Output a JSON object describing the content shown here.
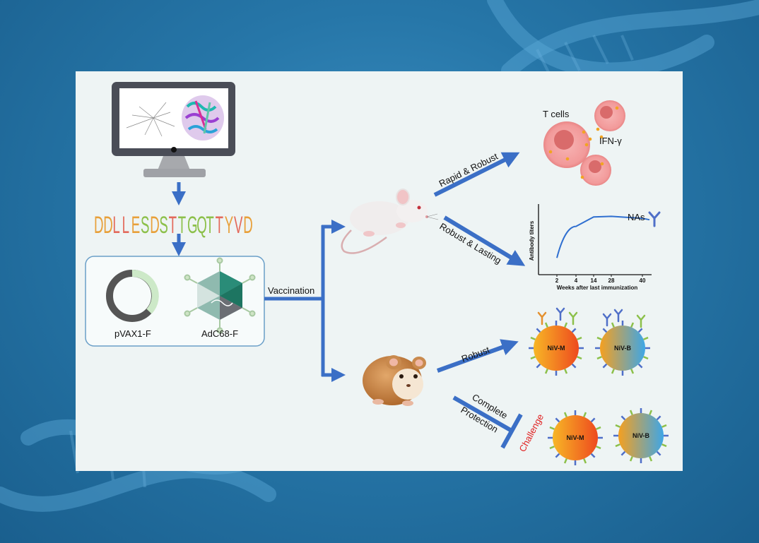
{
  "sequence": {
    "letters": [
      {
        "ch": "D",
        "color": "#e8a03a"
      },
      {
        "ch": "D",
        "color": "#e8a03a"
      },
      {
        "ch": "L",
        "color": "#e36a5c"
      },
      {
        "ch": "L",
        "color": "#e36a5c"
      },
      {
        "ch": "E",
        "color": "#e8a03a"
      },
      {
        "ch": "S",
        "color": "#8cc04a"
      },
      {
        "ch": "D",
        "color": "#e8a03a"
      },
      {
        "ch": "S",
        "color": "#8cc04a"
      },
      {
        "ch": "T",
        "color": "#e36a5c"
      },
      {
        "ch": "T",
        "color": "#8cc04a"
      },
      {
        "ch": "G",
        "color": "#8cc04a"
      },
      {
        "ch": "Q",
        "color": "#8cc04a"
      },
      {
        "ch": "T",
        "color": "#8cc04a"
      },
      {
        "ch": "T",
        "color": "#e36a5c"
      },
      {
        "ch": "Y",
        "color": "#e8a03a"
      },
      {
        "ch": "V",
        "color": "#e36a5c"
      },
      {
        "ch": "D",
        "color": "#e8a03a"
      }
    ]
  },
  "vaccines": {
    "plasmid_label": "pVAX1-F",
    "adenovirus_label": "AdC68-F"
  },
  "vaccination_label": "Vaccination",
  "mouse_branch": {
    "upper_arrow_label": "Rapid & Robust",
    "lower_arrow_label": "Robust & Lasting",
    "t_cells_label": "T cells",
    "ifn_label": "IFN-γ"
  },
  "antibody_chart": {
    "nas_label": "NAs",
    "ylabel": "Antibody titers",
    "xlabel": "Weeks after last immunization",
    "x_ticks": [
      "2",
      "4",
      "14",
      "28",
      "40"
    ]
  },
  "chart_data": {
    "type": "line",
    "title": "",
    "xlabel": "Weeks after last immunization",
    "ylabel": "Antibody titers",
    "x": [
      2,
      4,
      14,
      28,
      40
    ],
    "series": [
      {
        "name": "NAs",
        "values": [
          0.25,
          0.72,
          0.86,
          0.87,
          0.84
        ]
      }
    ]
  },
  "hamster_branch": {
    "robust_label": "Robust",
    "complete_label": "Complete",
    "protection_label": "Protection",
    "challenge_label": "Challenge",
    "niv_m_label": "NiV-M",
    "niv_b_label": "NiV-B"
  },
  "colors": {
    "arrow_blue": "#3b6fc6",
    "challenge_red": "#e02020",
    "cell_pink": "#f2a0a0",
    "virus_orange": "#f07020"
  }
}
